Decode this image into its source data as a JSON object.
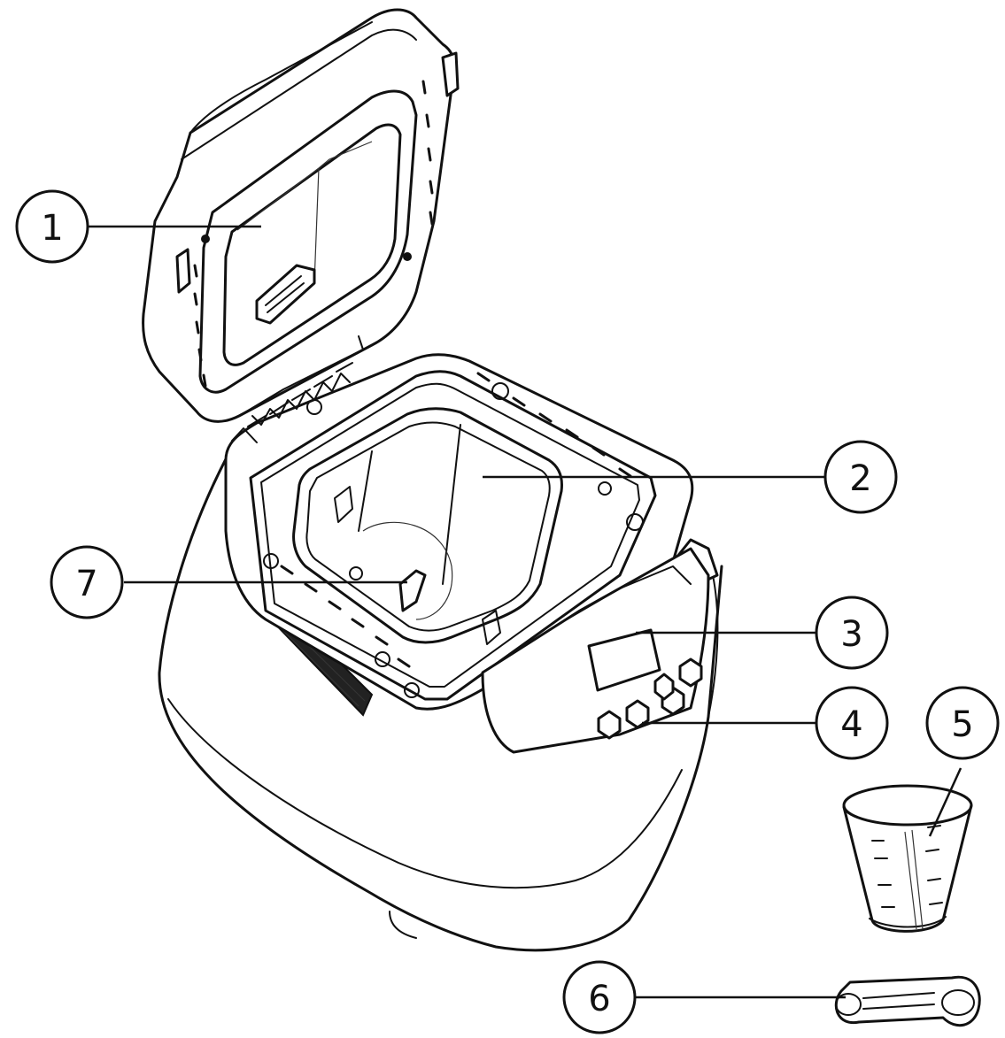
{
  "callouts": [
    {
      "number": "1",
      "part": "lid-with-window"
    },
    {
      "number": "2",
      "part": "bread-pan"
    },
    {
      "number": "3",
      "part": "display"
    },
    {
      "number": "4",
      "part": "control-panel"
    },
    {
      "number": "5",
      "part": "measuring-cup"
    },
    {
      "number": "6",
      "part": "measuring-spoon"
    },
    {
      "number": "7",
      "part": "kneading-paddle"
    }
  ],
  "colors": {
    "line": "#111111",
    "background": "#ffffff"
  }
}
